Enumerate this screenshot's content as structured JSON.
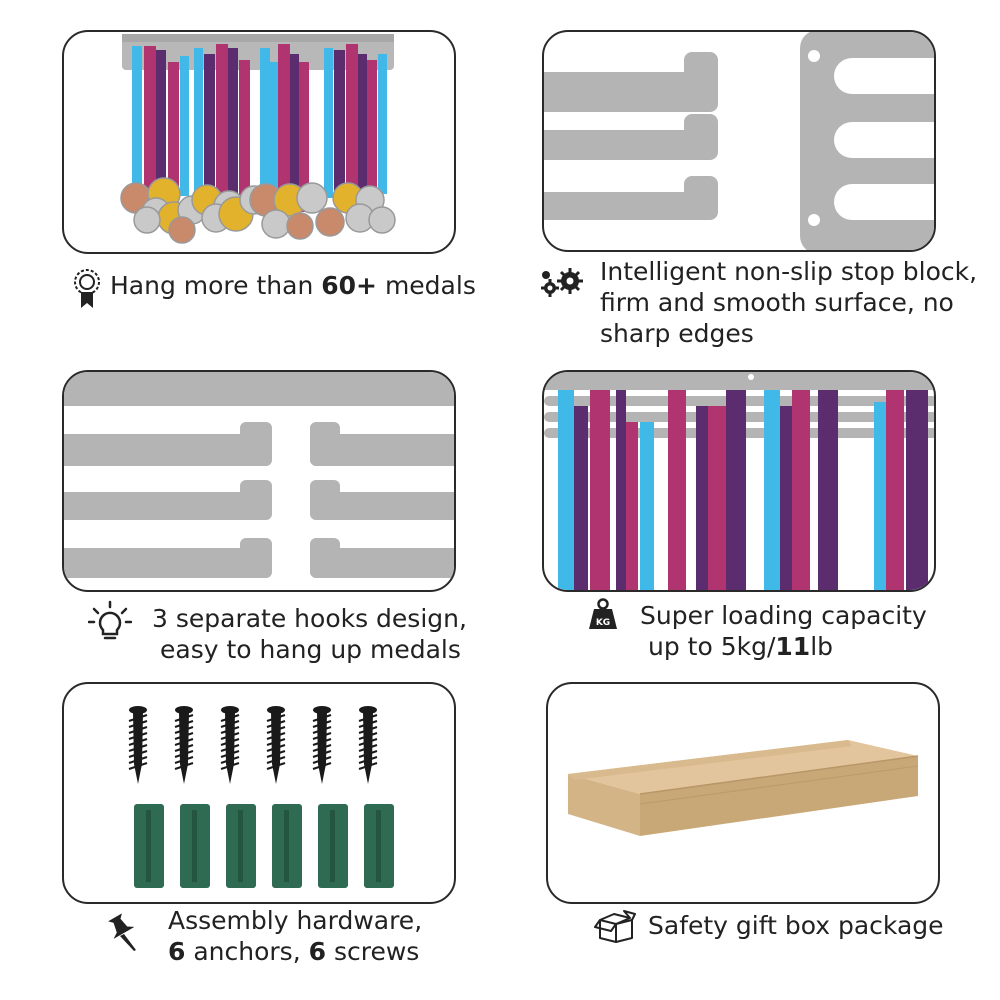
{
  "captions": {
    "medals": {
      "pre": "Hang more than ",
      "bold": "60+",
      "post": " medals",
      "icon": "award-ribbon-icon"
    },
    "stop_block": {
      "line1": "Intelligent non-slip stop block,",
      "line2": "firm and smooth surface, no",
      "line3": "sharp edges",
      "icon": "gears-icon"
    },
    "hooks": {
      "line1": "3 separate hooks design,",
      "line2": "easy to hang up medals",
      "icon": "lightbulb-icon"
    },
    "capacity": {
      "line1": "Super loading capacity",
      "line2_pre": "up to 5kg/",
      "line2_bold": "11",
      "line2_post": "lb",
      "icon": "weight-kg-icon",
      "weight_label": "KG"
    },
    "hardware": {
      "line1": "Assembly hardware,",
      "line2_bold1": "6",
      "line2_mid": " anchors, ",
      "line2_bold2": "6",
      "line2_post": " screws",
      "icon": "pushpin-icon"
    },
    "giftbox": {
      "text": "Safety gift box package",
      "icon": "open-box-icon"
    }
  },
  "hardware_counts": {
    "screws": 6,
    "anchors": 6
  },
  "colors": {
    "rack_gray": "#b4b4b4",
    "ribbon_blue": "#41b9e8",
    "ribbon_magenta": "#b03470",
    "ribbon_purple": "#5b2d6e",
    "gold": "#e3b22c",
    "silver": "#c9c9c9",
    "bronze": "#c98a6c",
    "anchor_green": "#2f6b52",
    "screw_black": "#1a1a1a",
    "box_kraft": "#d7b98f"
  }
}
